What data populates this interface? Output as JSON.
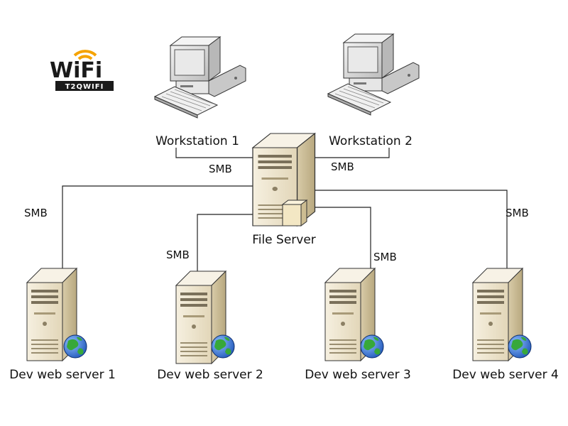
{
  "logo": {
    "wordmark": "WiFi",
    "tagline": "T2QWIFI",
    "colors": {
      "text": "#1a1a1a",
      "accent": "#f5a300"
    }
  },
  "nodes": {
    "workstation1": {
      "label": "Workstation 1",
      "icon": "desktop-computer-icon"
    },
    "workstation2": {
      "label": "Workstation 2",
      "icon": "desktop-computer-icon"
    },
    "file_server": {
      "label": "File Server",
      "icon": "file-server-icon"
    },
    "dev1": {
      "label": "Dev web server 1",
      "icon": "web-server-icon"
    },
    "dev2": {
      "label": "Dev web server 2",
      "icon": "web-server-icon"
    },
    "dev3": {
      "label": "Dev web server 3",
      "icon": "web-server-icon"
    },
    "dev4": {
      "label": "Dev web server 4",
      "icon": "web-server-icon"
    }
  },
  "connections": [
    {
      "from": "workstation1",
      "to": "file_server",
      "protocol": "SMB"
    },
    {
      "from": "workstation2",
      "to": "file_server",
      "protocol": "SMB"
    },
    {
      "from": "dev1",
      "to": "file_server",
      "protocol": "SMB"
    },
    {
      "from": "dev2",
      "to": "file_server",
      "protocol": "SMB"
    },
    {
      "from": "dev3",
      "to": "file_server",
      "protocol": "SMB"
    },
    {
      "from": "dev4",
      "to": "file_server",
      "protocol": "SMB"
    }
  ],
  "colors": {
    "server_body": "#eee6d2",
    "server_side": "#cbbd9c",
    "server_top": "#f7f2e6",
    "globe_ocean": "#2f6fd6",
    "globe_land": "#37a83a",
    "line": "#222222"
  }
}
